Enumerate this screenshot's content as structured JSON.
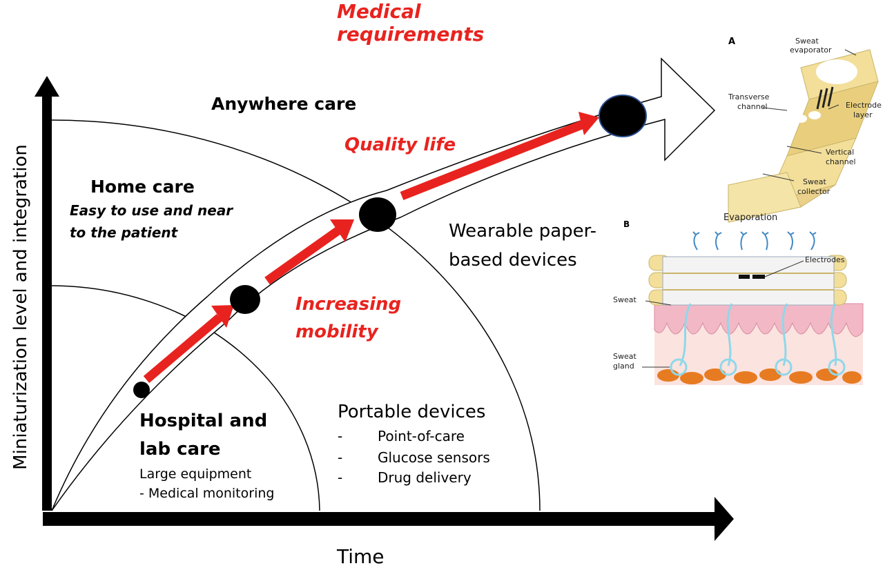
{
  "labels": {
    "medical_requirements": "Medical requirements",
    "anywhere_care": "Anywhere care",
    "quality_life": "Quality life",
    "home_care_title": "Home care",
    "home_care_sub_1": "Easy to use and near",
    "home_care_sub_2": "to the patient",
    "wearable_1": "Wearable paper-",
    "wearable_2": "based devices",
    "increasing_1": "Increasing",
    "increasing_2": "mobility",
    "hospital_1": "Hospital and",
    "hospital_2": "lab care",
    "large_equipment": "Large equipment",
    "medical_monitoring": "- Medical monitoring",
    "portable_title": "Portable devices",
    "portable_items": [
      "Point-of-care",
      "Glucose sensors",
      "Drug delivery"
    ],
    "bullet": "-",
    "y_axis": "Miniaturization level and integration",
    "x_axis": "Time"
  },
  "inset_a": {
    "letter": "A",
    "sweat_evaporator_1": "Sweat",
    "sweat_evaporator_2": "evaporator",
    "transverse_1": "Transverse",
    "transverse_2": "channel",
    "electrode_1": "Electrode",
    "electrode_2": "layer",
    "vertical_1": "Vertical",
    "vertical_2": "channel",
    "collector_1": "Sweat",
    "collector_2": "collector"
  },
  "inset_b": {
    "letter": "B",
    "evaporation": "Evaporation",
    "electrodes": "Electrodes",
    "sweat": "Sweat",
    "gland_1": "Sweat",
    "gland_2": "gland"
  },
  "colors": {
    "arrow_red": "#e8231f",
    "text_red": "#e8231f",
    "paper_yellow": "#f3df9a",
    "skin_pink": "#f2b8c6",
    "fat_orange": "#e77b22",
    "sweat_cyan": "#8ed8ea"
  }
}
